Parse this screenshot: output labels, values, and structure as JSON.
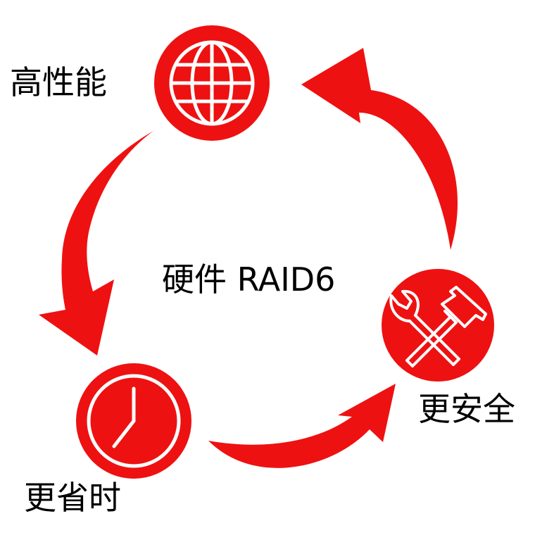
{
  "center_title": "硬件 RAID6",
  "nodes": [
    {
      "label": "高性能",
      "icon": "globe-icon"
    },
    {
      "label": "更安全",
      "icon": "tools-icon"
    },
    {
      "label": "更省时",
      "icon": "clock-icon"
    }
  ],
  "colors": {
    "accent": "#ee1111",
    "icon_stroke": "#ffffff",
    "text": "#000000",
    "background": "#ffffff"
  }
}
